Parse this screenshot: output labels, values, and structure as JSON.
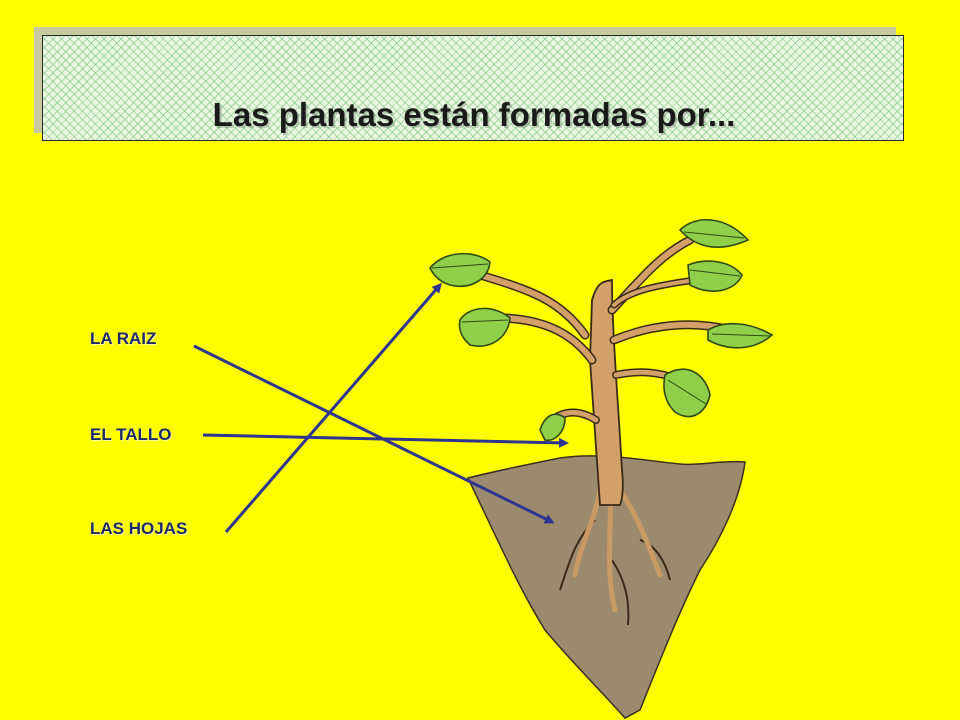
{
  "title": "Las plantas están formadas por...",
  "labels": {
    "raiz": "LA RAIZ",
    "tallo": "EL TALLO",
    "hojas": "LAS HOJAS"
  },
  "colors": {
    "background": "#ffff00",
    "arrow": "#2e3591",
    "soil": "#9c8a6e",
    "stem": "#d4a06a",
    "leaf": "#8fcf4a"
  }
}
